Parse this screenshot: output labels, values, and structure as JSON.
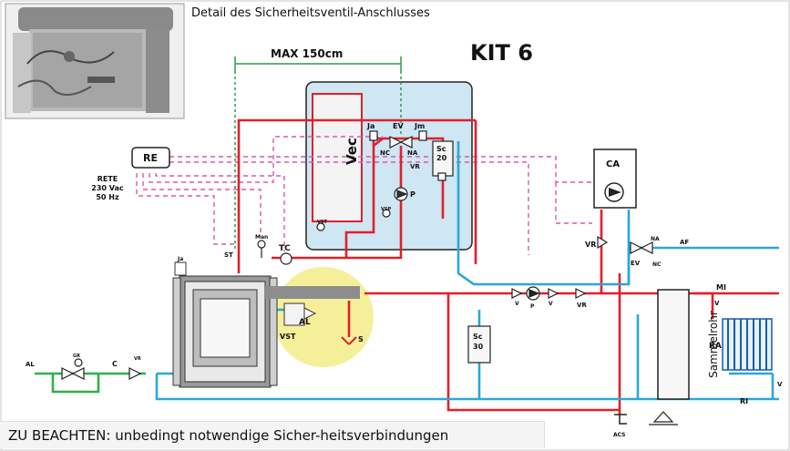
{
  "header": {
    "caption": "Detail des Sicherheitsventil-Anschlusses",
    "kit_title": "KIT 6"
  },
  "footer": {
    "note": "ZU BEACHTEN: unbedingt notwendige Sicher-heitsverbindungen"
  },
  "dimension": {
    "label": "MAX 150cm"
  },
  "labels": {
    "re": "RE",
    "rete_1": "RETE",
    "rete_2": "230 Vac",
    "rete_3": "50 Hz",
    "vec": "Vec",
    "ja_top": "Ja",
    "ev_top": "EV",
    "jm": "Jm",
    "nc_top": "NC",
    "na_top": "NA",
    "vr_top": "VR",
    "p_top": "P",
    "sc_top_1": "Sc",
    "sc_top_2": "20",
    "vst_tank": "VST",
    "vsp": "VSP",
    "man": "Man",
    "tc": "TC",
    "st": "ST",
    "ja_boiler": "Ja",
    "vst": "VST",
    "al_valve": "AL",
    "s": "S",
    "ca": "CA",
    "vr_ca": "VR",
    "na_right": "NA",
    "nc_right": "NC",
    "ev_right": "EV",
    "af": "AF",
    "v_left": "V",
    "p_mid": "P",
    "v_right": "V",
    "vr_mid": "VR",
    "sc_mid_1": "Sc",
    "sc_mid_2": "30",
    "sammelrohr": "Sammelrohr",
    "mi": "MI",
    "v_mi": "V",
    "ra": "RA",
    "v_ri": "V",
    "ri": "RI",
    "acs": "ACS",
    "al_inlet": "AL",
    "gr": "GR",
    "c": "C",
    "vr_inlet": "VR"
  },
  "colors": {
    "hot_pipe": "#e0202a",
    "cold_pipe": "#29a8d8",
    "control_line": "#d85aa8",
    "tank_fill": "#cfe6f3",
    "highlight": "#f6ef9a",
    "inlet_pipe": "#2fb04a",
    "dimension": "#2a9a4a"
  },
  "icons": [
    "safety-valve-icon",
    "pump-icon",
    "tap-icon",
    "ground-icon",
    "radiator-icon"
  ]
}
